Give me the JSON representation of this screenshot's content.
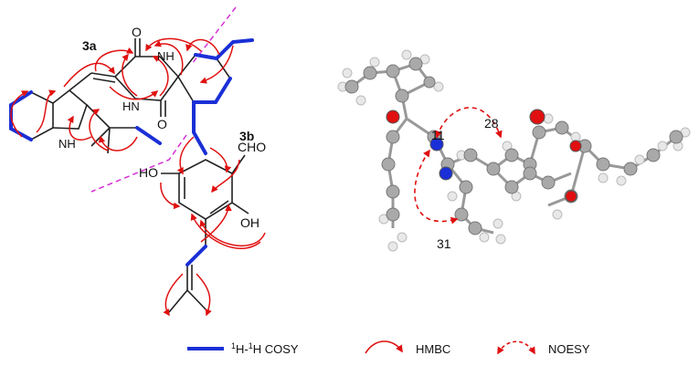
{
  "structure_2d": {
    "label_3a": "3a",
    "label_3b": "3b",
    "atoms": {
      "o_top": "O",
      "nh_top": "NH",
      "hn_mid": "HN",
      "o_mid": "O",
      "nh_indole": "NH",
      "cho": "CHO",
      "ho_left": "HO",
      "oh_right": "OH"
    }
  },
  "model_3d": {
    "labels": {
      "n11": "11",
      "n28": "28",
      "n31": "31"
    }
  },
  "legend": {
    "cosy_label_sup": "1",
    "cosy_label_mid": "H-",
    "cosy_label_sup2": "1",
    "cosy_label_end": "H COSY",
    "hmbc_label": "HMBC",
    "noesy_label": "NOESY"
  },
  "colors": {
    "cosy": "#1a2fd6",
    "hmbc": "#e01010",
    "noesy": "#e01010",
    "split_line": "#d52fd5",
    "bond": "#222222",
    "oxygen": "#e01010",
    "nitrogen": "#1a2fd6"
  }
}
